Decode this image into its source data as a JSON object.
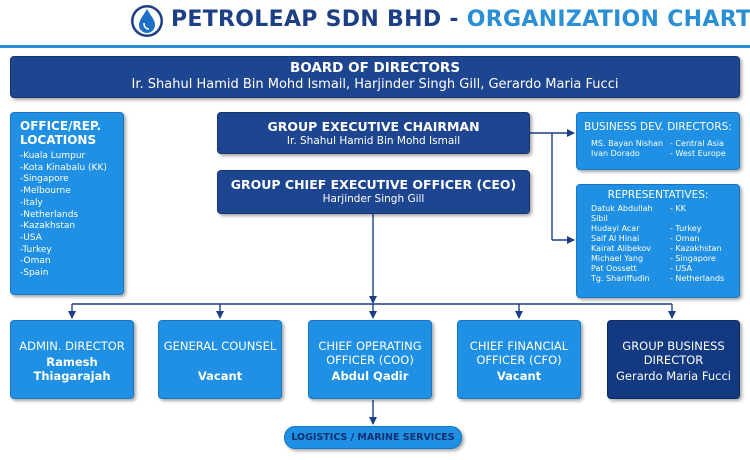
{
  "header": {
    "company": "PETROLEAP SDN BHD",
    "separator": "-",
    "chart_title": "ORGANIZATION CHART",
    "logo_icon": "droplet-icon"
  },
  "board": {
    "title": "BOARD OF DIRECTORS",
    "members": "Ir. Shahul Hamid Bin Mohd Ismail, Harjinder Singh Gill, Gerardo Maria Fucci"
  },
  "offices": {
    "title": "OFFICE/REP. LOCATIONS",
    "items": [
      "-Kuala Lumpur",
      "-Kota Kinabalu (KK)",
      "-Singapore",
      "-Melbourne",
      "-Italy",
      "-Netherlands",
      "-Kazakhstan",
      "-USA",
      "-Turkey",
      "-Oman",
      "-Spain"
    ]
  },
  "group_executive_chairman": {
    "title": "GROUP EXECUTIVE CHAIRMAN",
    "name": "Ir. Shahul Hamid Bin Mohd Ismail"
  },
  "ceo": {
    "title": "GROUP CHIEF EXECUTIVE OFFICER (CEO)",
    "name": "Harjinder Singh Gill"
  },
  "business_dev": {
    "title": "BUSINESS DEV. DIRECTORS:",
    "people": [
      {
        "name": "MS. Bayan Nishan",
        "location": "- Central Asia"
      },
      {
        "name": "Ivan Dorado",
        "location": "- West Europe"
      }
    ]
  },
  "representatives": {
    "title": "REPRESENTATIVES:",
    "people": [
      {
        "name": "Datuk Abdullah",
        "location": "- KK"
      },
      {
        "name": "Sibil",
        "location": ""
      },
      {
        "name": "Hudayi Acar",
        "location": "- Turkey"
      },
      {
        "name": "Saif Al Hinai",
        "location": "- Oman"
      },
      {
        "name": "Kairat Alibekov",
        "location": "- Kazakhstan"
      },
      {
        "name": "Michael Yang",
        "location": "- Singapore"
      },
      {
        "name": "Pat Oossett",
        "location": "- USA"
      },
      {
        "name": "Tg. Shariffudin",
        "location": "- Netherlands"
      }
    ]
  },
  "departments": [
    {
      "title": "ADMIN. DIRECTOR",
      "name": "Ramesh Thiagarajah"
    },
    {
      "title": "GENERAL COUNSEL",
      "name": "Vacant"
    },
    {
      "title": "CHIEF OPERATING OFFICER (COO)",
      "name": "Abdul Qadir"
    },
    {
      "title": "CHIEF FINANCIAL OFFICER (CFO)",
      "name": "Vacant"
    },
    {
      "title": "GROUP BUSINESS DIRECTOR",
      "name": "Gerardo Maria Fucci"
    }
  ],
  "logistics": {
    "title": "LOGISTICS / MARINE SERVICES"
  },
  "colors": {
    "dark_box": "#1e4690",
    "light_box": "#1f90e3",
    "connector": "#1c3f85",
    "title_accent": "#2b8fd6"
  }
}
